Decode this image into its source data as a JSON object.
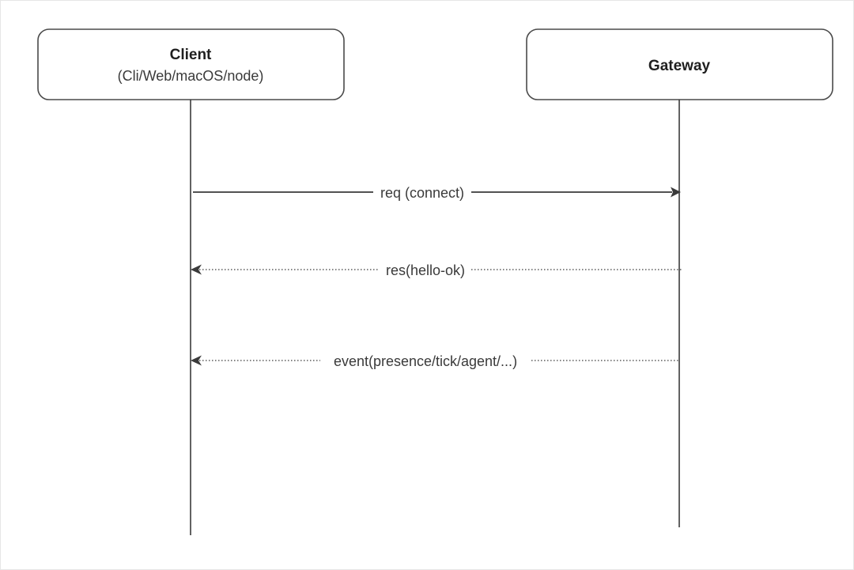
{
  "participants": {
    "client": {
      "name": "Client",
      "subtitle": "(Cli/Web/macOS/node)"
    },
    "gateway": {
      "name": "Gateway",
      "subtitle": ""
    }
  },
  "messages": [
    {
      "label": "req (connect)",
      "from": "client",
      "to": "gateway",
      "style": "solid"
    },
    {
      "label": "res(hello-ok)",
      "from": "gateway",
      "to": "client",
      "style": "dotted"
    },
    {
      "label": "event(presence/tick/agent/...)",
      "from": "gateway",
      "to": "client",
      "style": "dotted"
    }
  ]
}
